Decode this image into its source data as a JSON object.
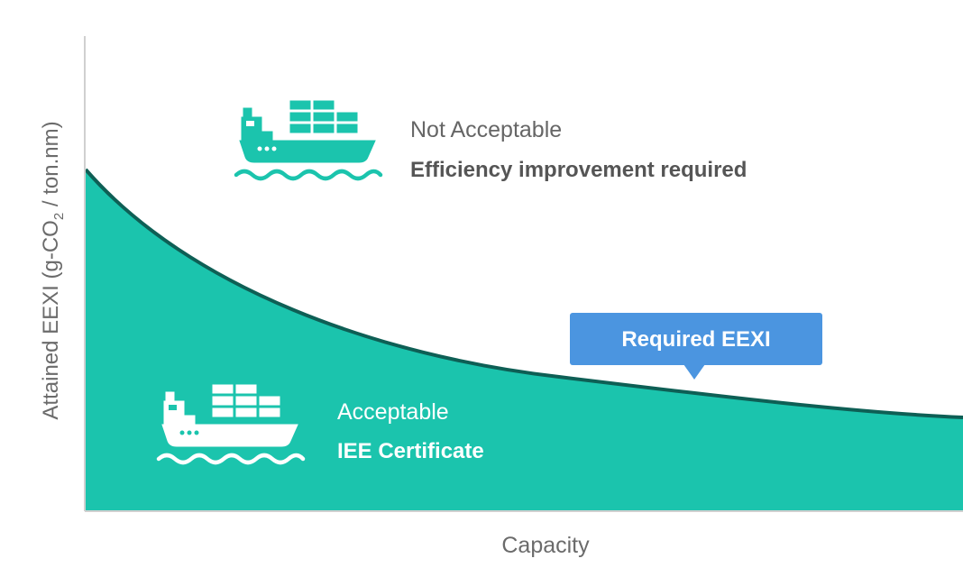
{
  "axes": {
    "y_label_main": "Attained EEXI (g-CO",
    "y_label_subscript": "2",
    "y_label_tail": " / ton.nm)",
    "x_label": "Capacity"
  },
  "regions": {
    "above": {
      "title": "Not Acceptable",
      "subtitle": "Efficiency improvement required",
      "icon": "cargo-ship-icon"
    },
    "below": {
      "title": "Acceptable",
      "subtitle": "IEE Certificate",
      "icon": "cargo-ship-icon"
    }
  },
  "callout": {
    "label": "Required EEXI"
  },
  "colors": {
    "fill_area": "#1bc4ad",
    "curve_line": "#0e5f55",
    "ship_top": "#1bc4ad",
    "ship_bottom": "#ffffff",
    "callout_bg": "#4b95e0",
    "axis": "#d0d0d0"
  }
}
